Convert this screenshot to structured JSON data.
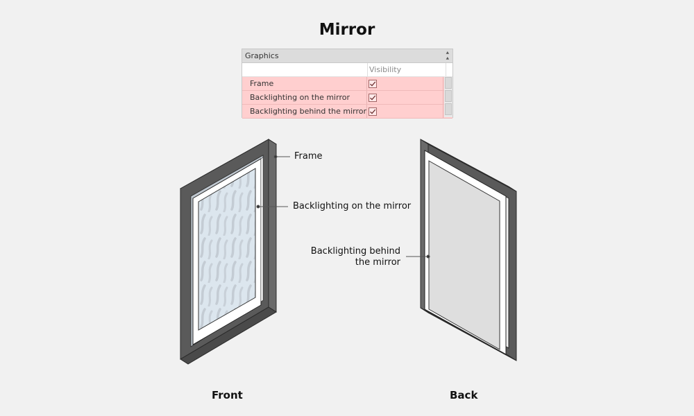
{
  "title": "Mirror",
  "panel": {
    "section": "Graphics",
    "column_header": "Visibility",
    "rows": [
      {
        "label": "Frame",
        "visibility": true
      },
      {
        "label": "Backlighting on the mirror",
        "visibility": true
      },
      {
        "label": "Backlighting behind the mirror",
        "visibility": true
      }
    ]
  },
  "callouts": {
    "frame": "Frame",
    "backlight_on": "Backlighting on the mirror",
    "backlight_behind_line1": "Backlighting behind",
    "backlight_behind_line2": "the mirror"
  },
  "views": {
    "front": "Front",
    "back": "Back"
  },
  "colors": {
    "frame": "#555555",
    "frame_top": "#444444",
    "frame_side": "#666666",
    "row_highlight": "#ffcfcf",
    "glass": "#dce6ee",
    "back_panel": "#dedede"
  }
}
